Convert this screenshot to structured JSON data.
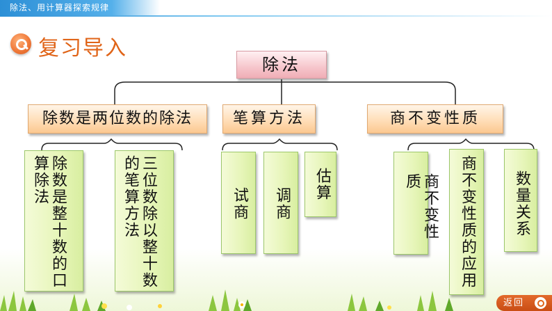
{
  "header": {
    "breadcrumb": "除法、用计算器探索规律"
  },
  "title": "复习导入",
  "root": {
    "label": "除法"
  },
  "branches": [
    {
      "label": "除数是两位数的除法",
      "items": [
        "除数是整十数的口算除法",
        "三位数除以整十数的笔算方法"
      ]
    },
    {
      "label": "笔算方法",
      "items": [
        "试商",
        "调商",
        "估算"
      ]
    },
    {
      "label": "商不变性质",
      "items": [
        "商不变性质",
        "商不变性质的应用",
        "数量关系"
      ]
    }
  ],
  "nav": {
    "back_label": "返回"
  },
  "colors": {
    "accent": "#e06418",
    "header": "#2c8fd6",
    "root_box": "#f6c6cc",
    "branch_box": "#ffdcb4",
    "leaf_box": "#e6f5b8"
  }
}
